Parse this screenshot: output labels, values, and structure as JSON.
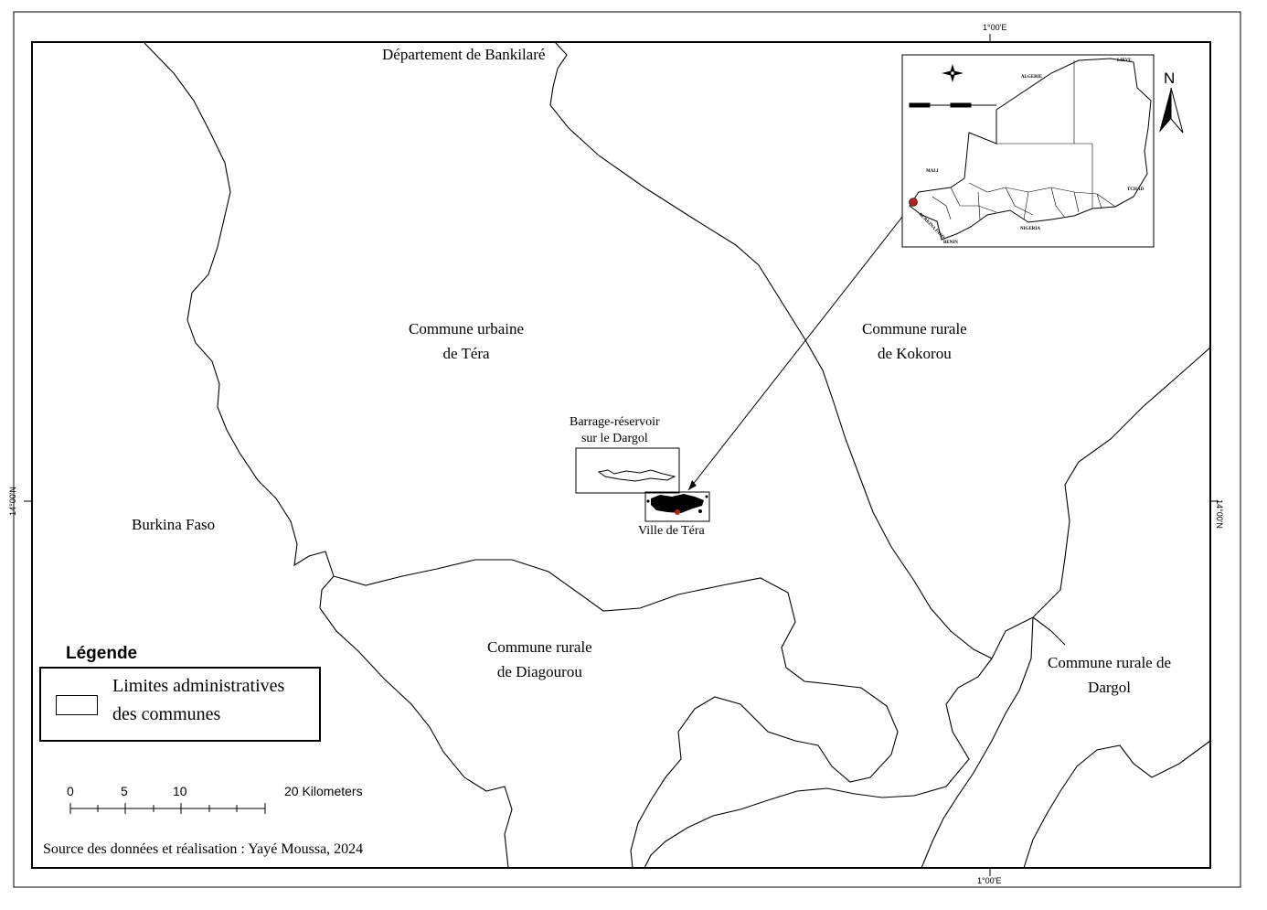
{
  "map": {
    "regions": {
      "tera": "Commune urbaine\nde Téra",
      "kokorou": "Commune rurale\nde Kokorou",
      "diagourou": "Commune rurale\nde Diagourou",
      "dargol": "Commune rurale de\nDargol",
      "burkina": "Burkina Faso",
      "bankilare": "Département de Bankilaré"
    },
    "features": {
      "barrage": "Barrage-réservoir\nsur le Dargol",
      "ville": "Ville de Téra"
    },
    "graticule": {
      "top_lon": "1°00'E",
      "bottom_lon": "1°00'E",
      "left_lat": "14°00'N",
      "right_lat": "14°00'N"
    },
    "north_arrow": "N",
    "colors": {
      "ink": "#000000",
      "background": "#ffffff",
      "location_marker": "#b22222"
    }
  },
  "legend": {
    "title": "Légende",
    "item": "Limites administratives\ndes communes"
  },
  "scale_bar": {
    "labels": [
      "0",
      "5",
      "10",
      "20 Kilometers"
    ]
  },
  "source": "Source des données et réalisation : Yayé Moussa, 2024",
  "inset": {
    "labels": {
      "algerie": "ALGERIE",
      "libye": "LIBYE",
      "mali": "MALI",
      "tchad": "TCHAD",
      "nigeria": "NIGERIA",
      "benin": "BENIN",
      "burkina": "BURKINA FASO"
    }
  }
}
